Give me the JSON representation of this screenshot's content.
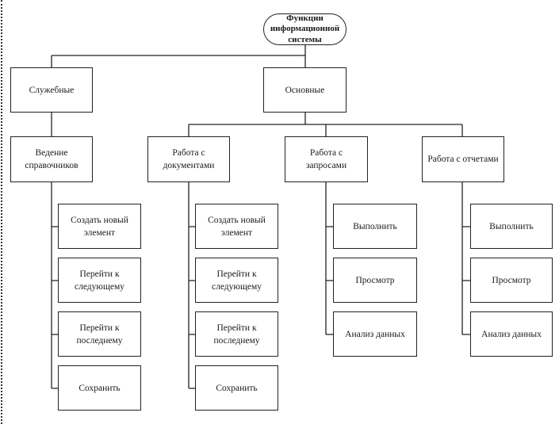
{
  "diagram": {
    "root": {
      "label": "Функции информационной системы"
    },
    "categories": [
      {
        "label": "Служебные",
        "groups": [
          {
            "label": "Ведение справочников",
            "actions": [
              "Создать новый элемент",
              "Перейти к следующему",
              "Перейти к последнему",
              "Сохранить"
            ]
          }
        ]
      },
      {
        "label": "Основные",
        "groups": [
          {
            "label": "Работа с документами",
            "actions": [
              "Создать новый элемент",
              "Перейти к следующему",
              "Перейти к последнему",
              "Сохранить"
            ]
          },
          {
            "label": "Работа с запросами",
            "actions": [
              "Выполнить",
              "Просмотр",
              "Анализ данных"
            ]
          },
          {
            "label": "Работа с отчетами",
            "actions": [
              "Выполнить",
              "Просмотр",
              "Анализ данных"
            ]
          }
        ]
      }
    ]
  }
}
